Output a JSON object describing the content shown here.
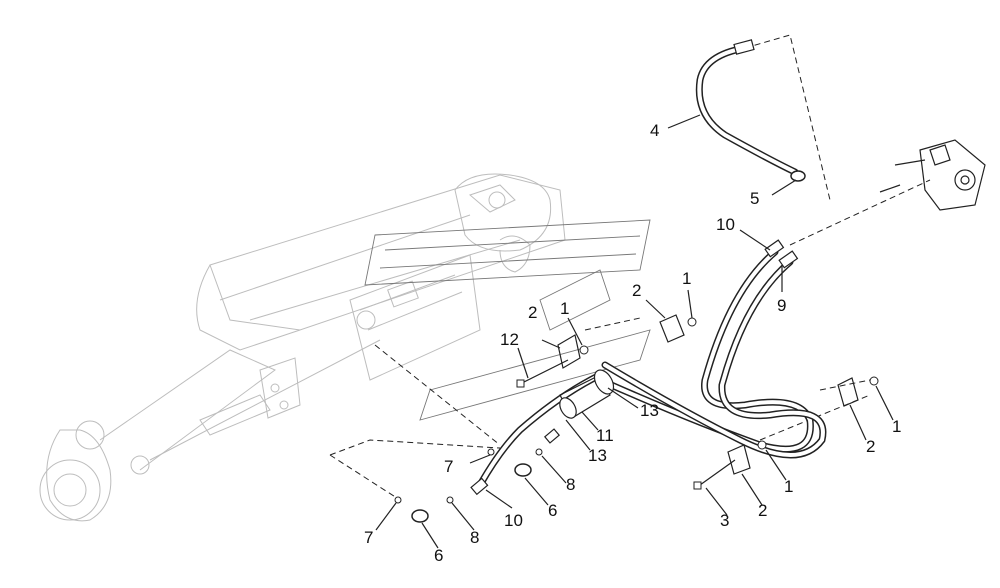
{
  "callouts": [
    {
      "id": "c4",
      "text": "4"
    },
    {
      "id": "c5",
      "text": "5"
    },
    {
      "id": "c10a",
      "text": "10"
    },
    {
      "id": "c9",
      "text": "9"
    },
    {
      "id": "c1a",
      "text": "1"
    },
    {
      "id": "c2a",
      "text": "2"
    },
    {
      "id": "c2b",
      "text": "2"
    },
    {
      "id": "c1b",
      "text": "1"
    },
    {
      "id": "c12",
      "text": "12"
    },
    {
      "id": "c13a",
      "text": "13"
    },
    {
      "id": "c11",
      "text": "11"
    },
    {
      "id": "c13b",
      "text": "13"
    },
    {
      "id": "c1c",
      "text": "1"
    },
    {
      "id": "c2c",
      "text": "2"
    },
    {
      "id": "c1d",
      "text": "1"
    },
    {
      "id": "c2d",
      "text": "2"
    },
    {
      "id": "c3",
      "text": "3"
    },
    {
      "id": "c7a",
      "text": "7"
    },
    {
      "id": "c8a",
      "text": "8"
    },
    {
      "id": "c6a",
      "text": "6"
    },
    {
      "id": "c10b",
      "text": "10"
    },
    {
      "id": "c7b",
      "text": "7"
    },
    {
      "id": "c6b",
      "text": "6"
    },
    {
      "id": "c8b",
      "text": "8"
    }
  ]
}
